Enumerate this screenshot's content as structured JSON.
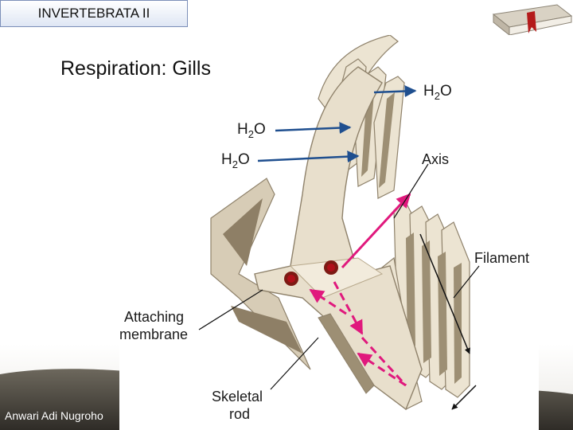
{
  "course_tag": "INVERTEBRATA II",
  "slide_title": "Respiration: Gills",
  "author": "Anwari Adi Nugroho",
  "diagram": {
    "water_in_1": {
      "main": "H",
      "sub": "2",
      "tail": "O"
    },
    "water_in_2": {
      "main": "H",
      "sub": "2",
      "tail": "O"
    },
    "water_out": {
      "main": "H",
      "sub": "2",
      "tail": "O"
    },
    "axis_label": "Axis",
    "filament_label": "Filament",
    "attaching_line1": "Attaching",
    "attaching_line2": "membrane",
    "skeletal_line1": "Skeletal",
    "skeletal_line2": "rod"
  },
  "colors": {
    "water_arrow": "#1f4f8f",
    "blood_flow": "#e0197d",
    "tissue": "#e8dfcc",
    "tissue_shadow": "#b8a98c",
    "vessel": "#b0101a"
  }
}
